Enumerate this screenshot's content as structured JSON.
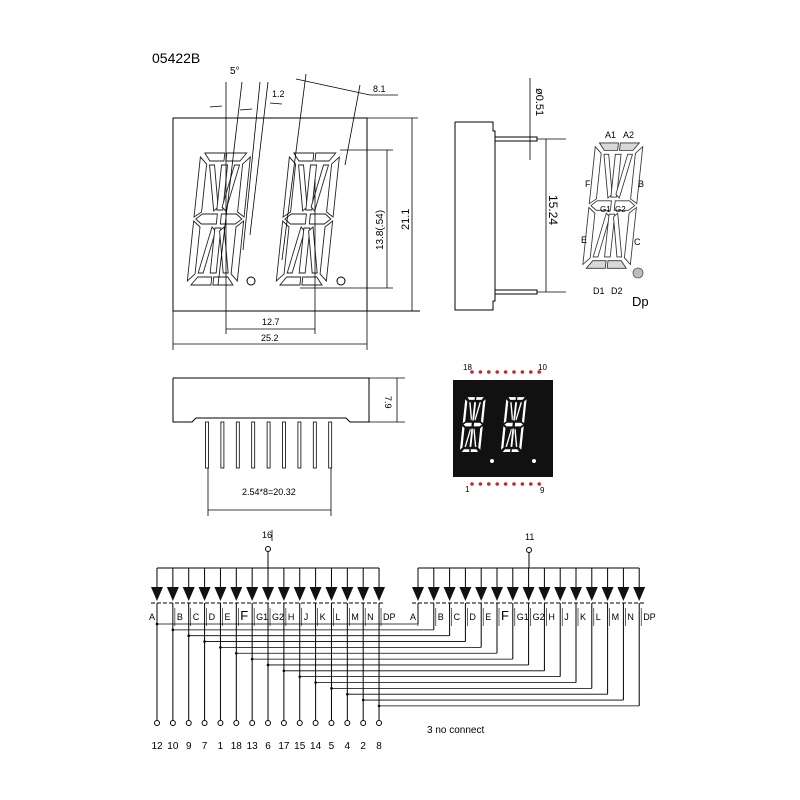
{
  "title": "05422B",
  "front_view": {
    "angle": "5°",
    "dim_segment_width": "1.2",
    "dim_offset": "8.1",
    "dim_digit_height": "13.8(.54)",
    "dim_height": "21.1",
    "dim_digit_pitch": "12.7",
    "dim_width": "25.2"
  },
  "side_view": {
    "dim_pin_diameter": "ø0.51",
    "dim_row_spacing": "15.24"
  },
  "segment_diagram": {
    "labels": {
      "a1": "A1",
      "a2": "A2",
      "f": "F",
      "b": "B",
      "g1": "G1",
      "g2": "G2",
      "e": "E",
      "c": "C",
      "d1": "D1",
      "d2": "D2",
      "dp": "Dp"
    },
    "colors": {
      "segment_fill": "#d8d8d8",
      "dp_fill": "#bdbdbd"
    }
  },
  "bottom_view": {
    "dim_height": "7.9",
    "dim_pin_span": "2.54*8=20.32",
    "pin_count_per_row": 9
  },
  "top_view": {
    "pin_label_top_left": "18",
    "pin_label_top_right": "10",
    "pin_label_bottom_left": "1",
    "pin_label_bottom_right": "9",
    "colors": {
      "body": "#111111",
      "pin_dot": "#c0282d",
      "segment": "#ffffff"
    }
  },
  "circuit": {
    "common_left_pin": "16",
    "common_right_pin": "11",
    "segment_labels": [
      "A",
      "B",
      "C",
      "D",
      "E",
      "F",
      "G1",
      "G2",
      "H",
      "J",
      "K",
      "L",
      "M",
      "N",
      "DP"
    ],
    "pin_numbers": [
      "12",
      "10",
      "9",
      "7",
      "1",
      "18",
      "13",
      "6",
      "17",
      "15",
      "14",
      "5",
      "4",
      "2",
      "8"
    ],
    "note": "3 no connect"
  }
}
